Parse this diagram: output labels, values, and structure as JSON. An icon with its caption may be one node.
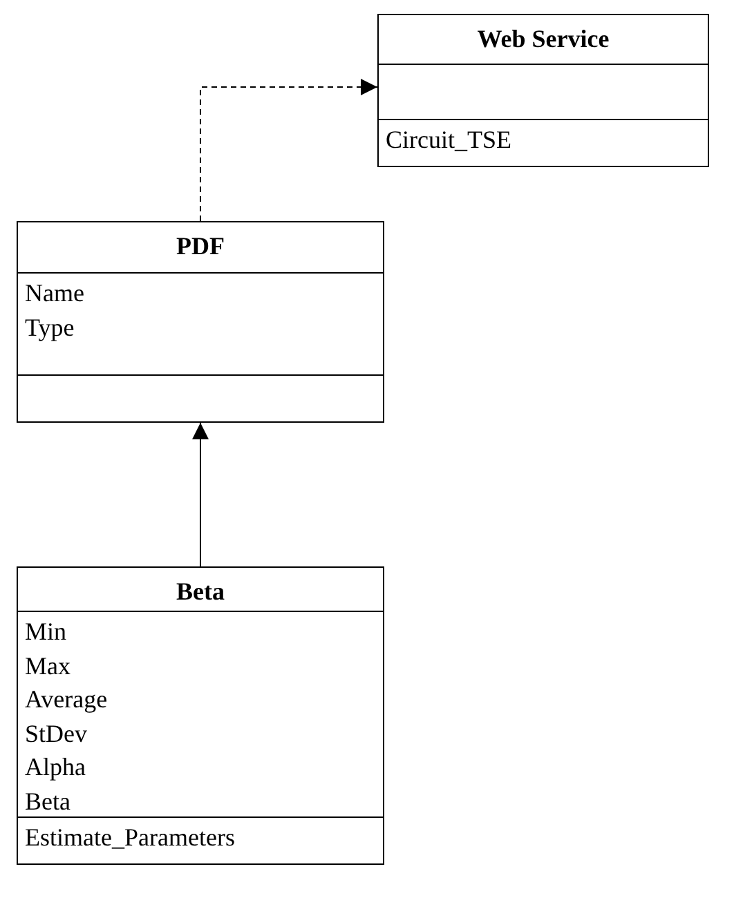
{
  "diagram": {
    "nodes": [
      {
        "text": [
          "Web Service"
        ]
      },
      {
        "text": [],
        "shape": "box",
        "in": 0
      },
      {
        "text": [
          "Circuit_TSE"
        ],
        "in": 0
      },
      {
        "text": [
          "PDF"
        ]
      },
      {
        "text": [
          "Name",
          "Type"
        ],
        "in": 3
      },
      {
        "text": [],
        "shape": "box",
        "in": 3
      },
      {
        "text": [
          "Beta"
        ]
      },
      {
        "text": [
          "Min",
          "Max",
          "Average",
          "StDev",
          "Alpha",
          "Beta"
        ],
        "in": 6
      },
      {
        "text": [
          "Estimate_Parameters"
        ],
        "in": 6
      }
    ],
    "edges": [
      {
        "from": 3,
        "to": 0,
        "arrow": "to",
        "style": "dashed"
      },
      {
        "from": 6,
        "to": 3,
        "arrow": "to"
      }
    ]
  }
}
